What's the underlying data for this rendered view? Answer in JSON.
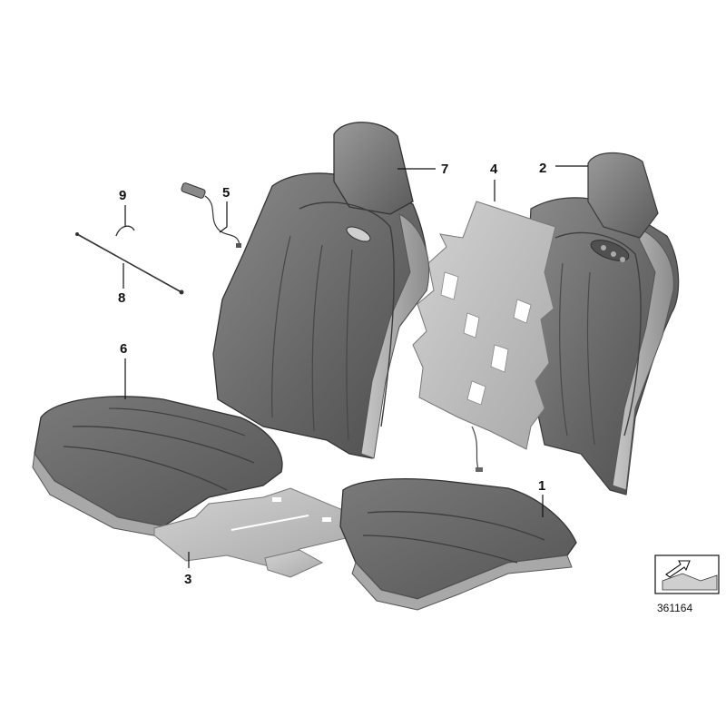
{
  "diagram": {
    "diagram_code": "361164",
    "callouts": [
      {
        "id": "part-1",
        "label": "1"
      },
      {
        "id": "part-2",
        "label": "2"
      },
      {
        "id": "part-3",
        "label": "3"
      },
      {
        "id": "part-4",
        "label": "4"
      },
      {
        "id": "part-5",
        "label": "5"
      },
      {
        "id": "part-6",
        "label": "6"
      },
      {
        "id": "part-7",
        "label": "7"
      },
      {
        "id": "part-8",
        "label": "8"
      },
      {
        "id": "part-9",
        "label": "9"
      }
    ]
  },
  "colors": {
    "leather_dark": "#5f5f5f",
    "leather_mid": "#7d7d7d",
    "leather_light": "#b4b4b4",
    "foam_pad": "#bdbdbd",
    "ink": "#111111"
  }
}
